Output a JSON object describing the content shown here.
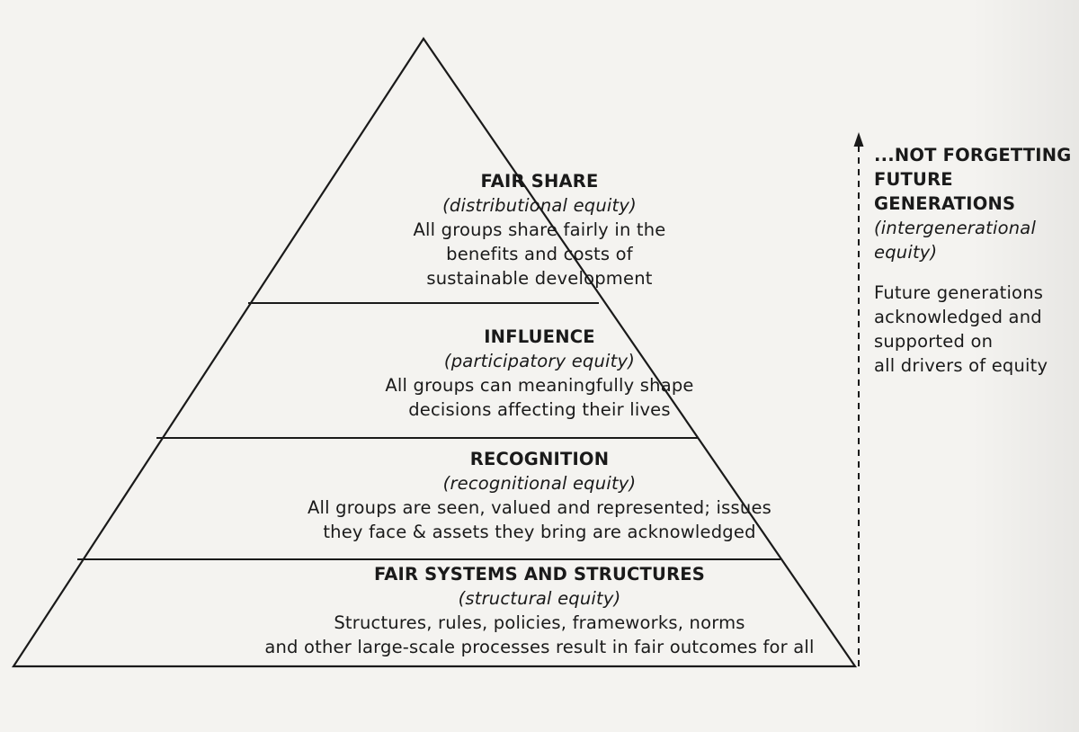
{
  "pyramid": {
    "tiers": [
      {
        "title": "FAIR SHARE",
        "subtitle": "(distributional equity)",
        "lines": [
          "All groups share fairly in the",
          "benefits and costs of",
          "sustainable development"
        ]
      },
      {
        "title": "INFLUENCE",
        "subtitle": "(participatory equity)",
        "lines": [
          "All groups can meaningfully shape",
          "decisions affecting their lives"
        ]
      },
      {
        "title": "RECOGNITION",
        "subtitle": "(recognitional equity)",
        "lines": [
          "All groups are seen, valued and represented; issues",
          "they face & assets they bring are acknowledged"
        ]
      },
      {
        "title": "FAIR SYSTEMS AND STRUCTURES",
        "subtitle": "(structural equity)",
        "lines": [
          "Structures, rules, policies, frameworks, norms",
          "and other large-scale processes result in fair outcomes for all"
        ]
      }
    ]
  },
  "side_panel": {
    "title_lines": [
      "...NOT FORGETTING",
      "FUTURE",
      "GENERATIONS"
    ],
    "subtitle_lines": [
      "(intergenerational",
      "equity)"
    ],
    "desc_lines": [
      "Future generations",
      "acknowledged and",
      "supported on",
      "all drivers of equity"
    ]
  }
}
